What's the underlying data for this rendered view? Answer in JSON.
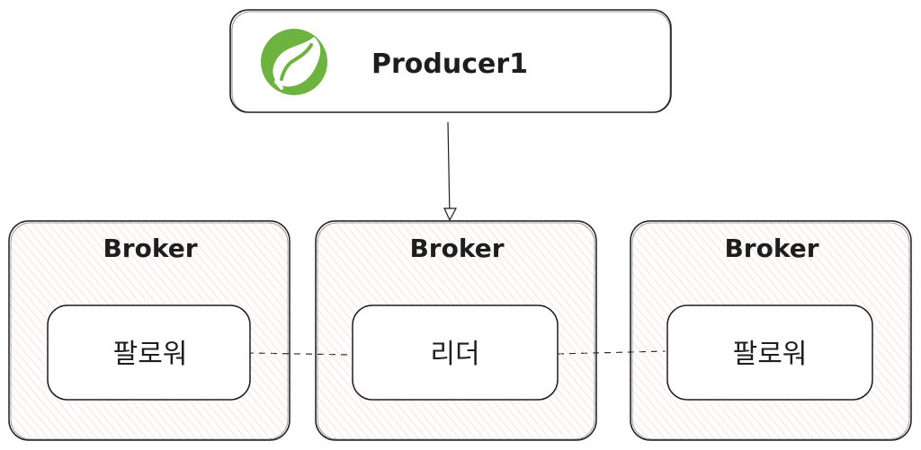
{
  "producer": {
    "label": "Producer1",
    "icon": "spring-leaf-icon",
    "icon_color": "#6db33f"
  },
  "brokers": [
    {
      "title": "Broker",
      "role": "팔로워"
    },
    {
      "title": "Broker",
      "role": "리더"
    },
    {
      "title": "Broker",
      "role": "팔로워"
    }
  ],
  "colors": {
    "stroke": "#1e1e1e",
    "broker_hatch": "#ffc9c9",
    "background": "#ffffff"
  }
}
